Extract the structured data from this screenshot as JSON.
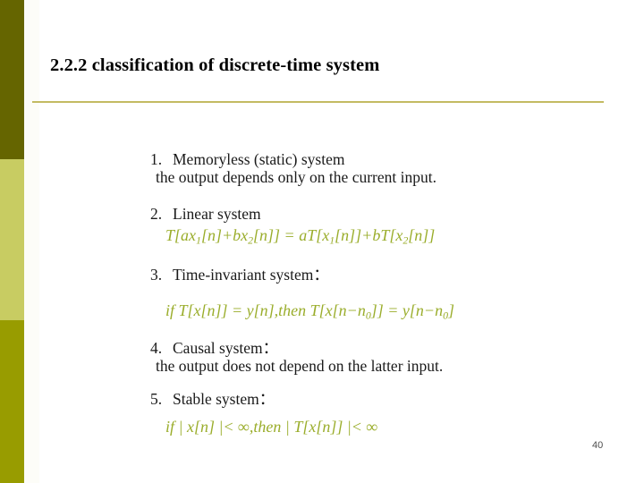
{
  "slide": {
    "title": "2.2.2  classification of discrete-time system",
    "page_number": "40",
    "colors": {
      "band_top": "#656500",
      "band_mid": "#c8cc62",
      "band_bottom": "#989c00",
      "rule": "#c3bb62",
      "formula": "#9aad2b",
      "text": "#1a1a1a",
      "background": "#ffffff"
    }
  },
  "items": [
    {
      "number": "1.",
      "heading": "Memoryless (static) system",
      "sub": "the output depends only on the current input."
    },
    {
      "number": "2.",
      "heading": "Linear system",
      "formula_parts": {
        "a": "T[ax",
        "sub1": "1",
        "b": "[n]+bx",
        "sub2": "2",
        "c": "[n]] = aT[x",
        "sub3": "1",
        "d": "[n]]+bT[x",
        "sub4": "2",
        "e": "[n]]"
      }
    },
    {
      "number": "3.",
      "heading": "Time-invariant system：",
      "formula_parts": {
        "a": "if    T[x[n]] = y[n],then   T[x[n−n",
        "sub1": "0",
        "b": "]] = y[n−n",
        "sub2": "0",
        "c": "]"
      }
    },
    {
      "number": "4.",
      "heading": "Causal system：",
      "sub": "the output does not depend on the latter input."
    },
    {
      "number": "5.",
      "heading": "Stable system：",
      "formula_plain": "if  | x[n] |< ∞,then | T[x[n]] |< ∞"
    }
  ]
}
